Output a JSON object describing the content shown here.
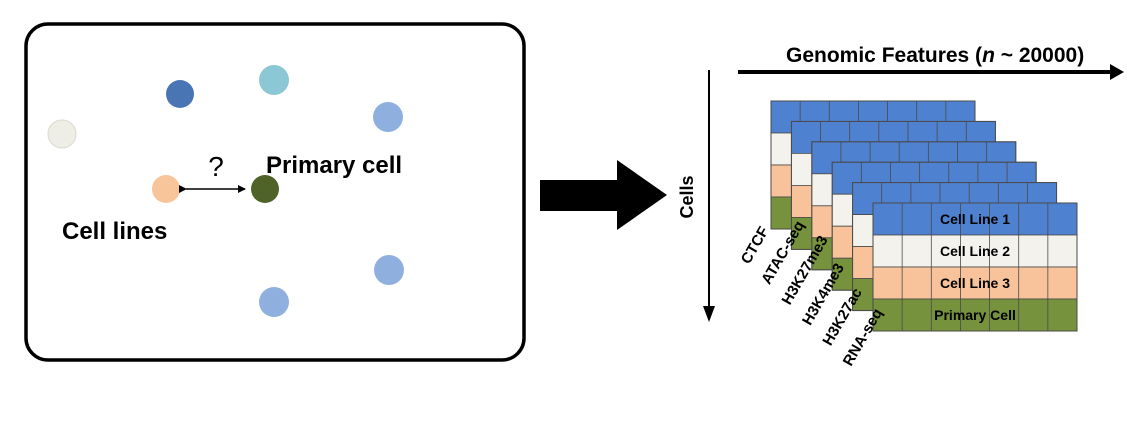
{
  "left_panel": {
    "question_mark": "?",
    "primary_cell_label": "Primary cell",
    "cell_lines_label": "Cell lines"
  },
  "right_panel": {
    "genomic_features_prefix": "Genomic Features (",
    "genomic_features_n": "n",
    "genomic_features_suffix": " ~ 20000)",
    "cells_axis_label": "Cells",
    "assays": [
      "CTCF",
      "ATAC-seq",
      "H3K27me3",
      "H3K4me3",
      "H3K27ac",
      "RNA-seq"
    ],
    "rows": [
      {
        "label": "Cell Line 1",
        "color": "#4f81d1"
      },
      {
        "label": "Cell Line 2",
        "color": "#f3f2ec"
      },
      {
        "label": "Cell Line 3",
        "color": "#f8c39a"
      },
      {
        "label": "Primary Cell",
        "color": "#76923c"
      }
    ]
  },
  "colors": {
    "cell_white": "#eeeee6",
    "cell_dark_blue": "#4a75b4",
    "cell_cyan": "#8cc7d5",
    "cell_light_blue": "#8fb0df",
    "cell_peach": "#f8c49a",
    "cell_dark_green": "#4f6228"
  }
}
